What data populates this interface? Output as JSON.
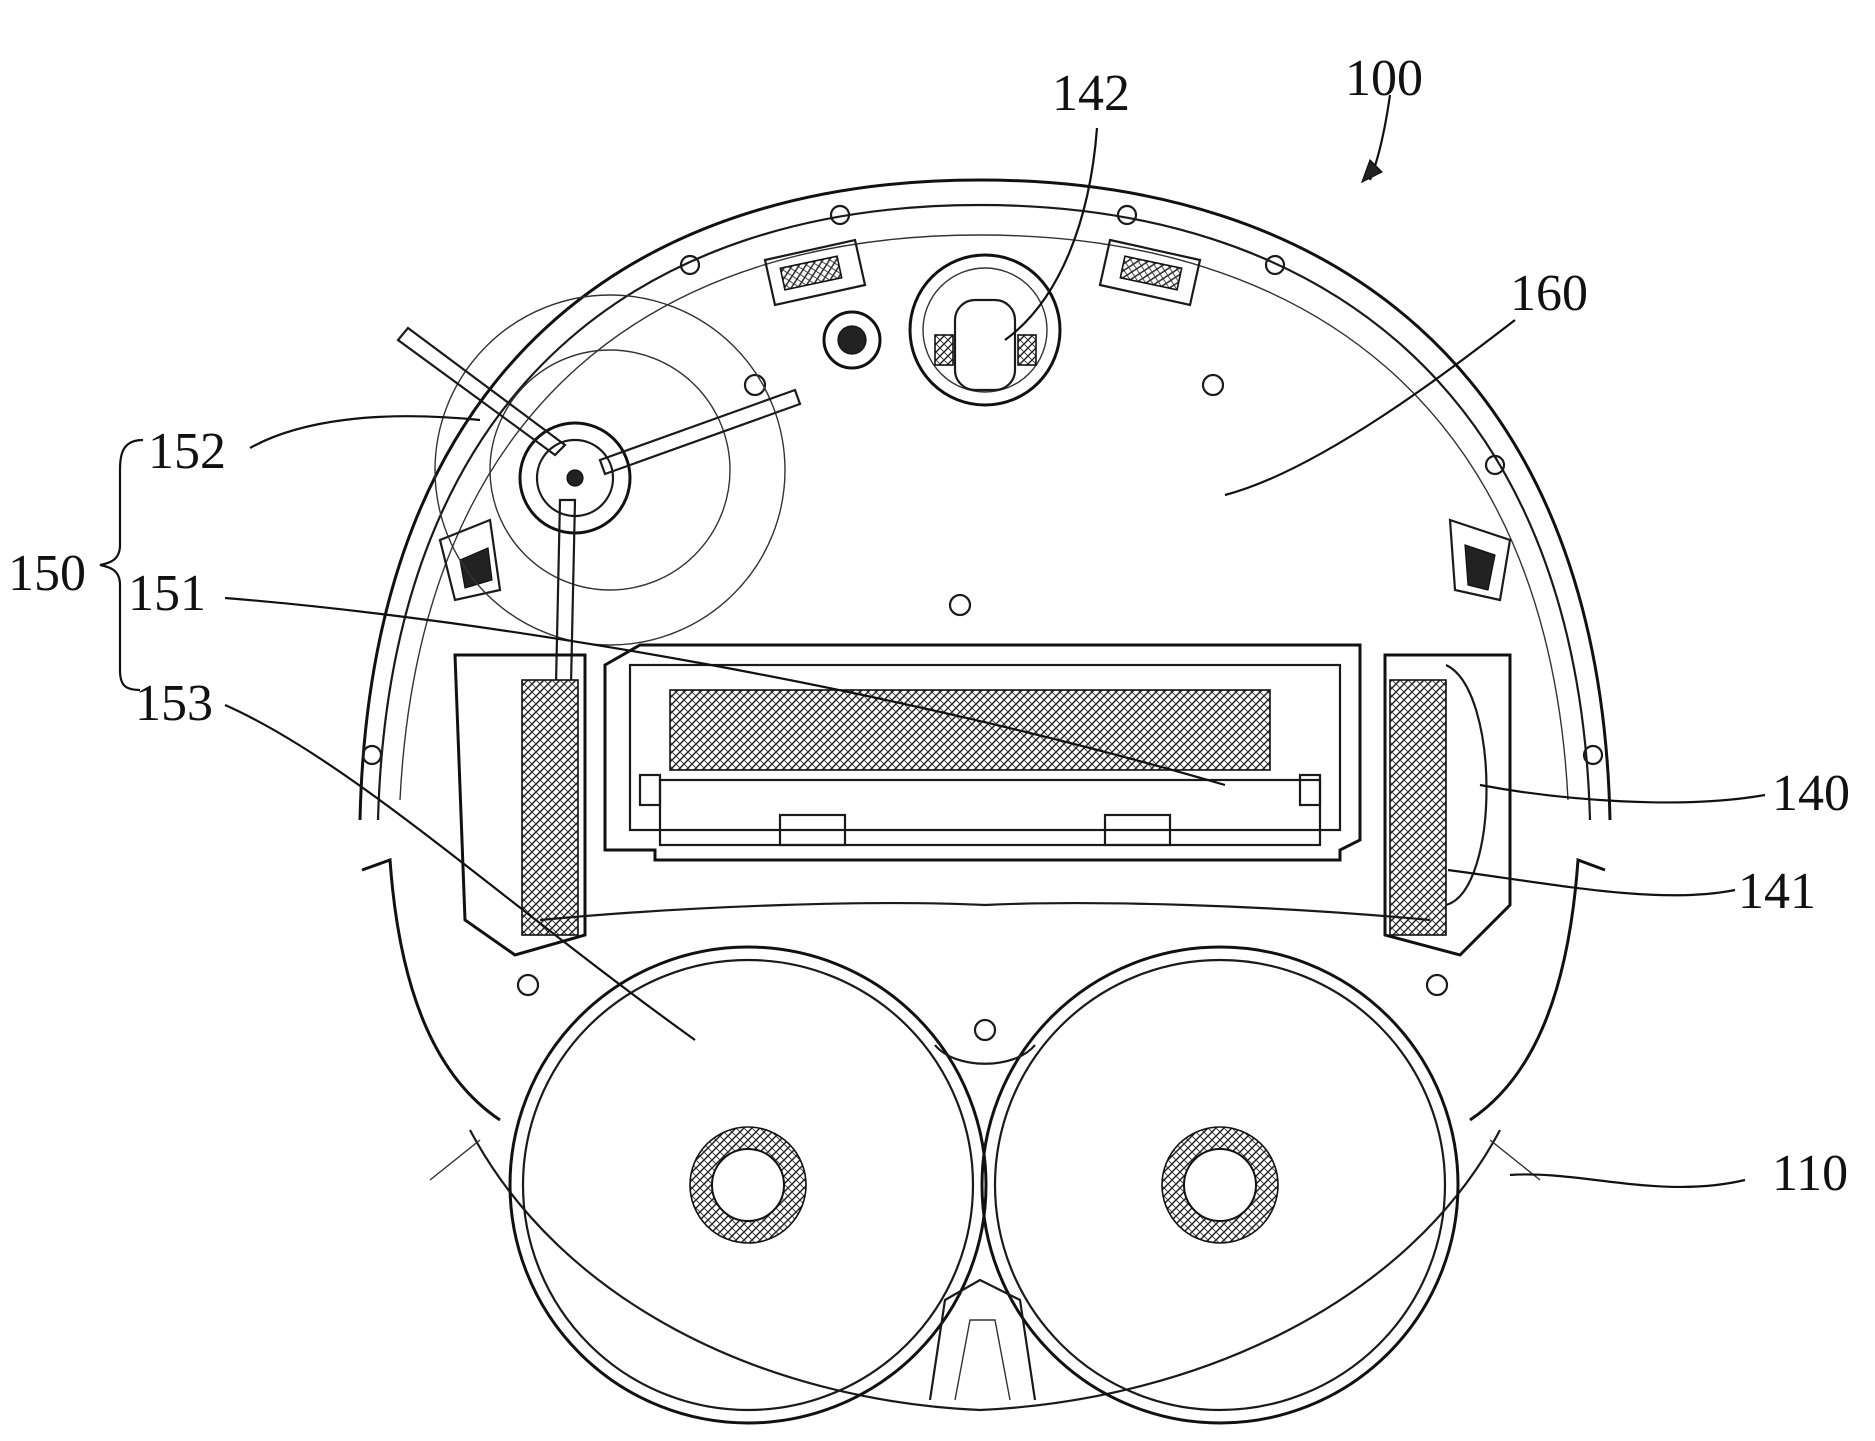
{
  "figure": {
    "labels": [
      {
        "id": "100",
        "text": "100"
      },
      {
        "id": "142",
        "text": "142"
      },
      {
        "id": "160",
        "text": "160"
      },
      {
        "id": "152",
        "text": "152"
      },
      {
        "id": "150",
        "text": "150"
      },
      {
        "id": "151",
        "text": "151"
      },
      {
        "id": "153",
        "text": "153"
      },
      {
        "id": "140",
        "text": "140"
      },
      {
        "id": "141",
        "text": "141"
      },
      {
        "id": "110",
        "text": "110"
      }
    ]
  }
}
